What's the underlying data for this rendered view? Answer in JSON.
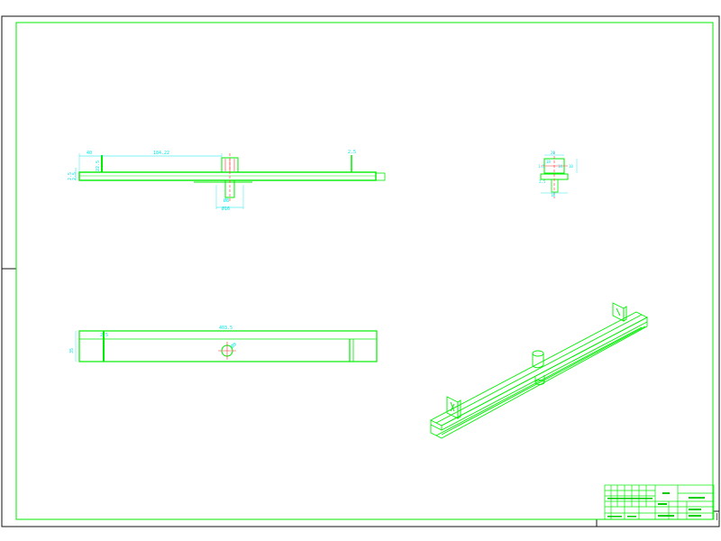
{
  "drawing": {
    "line_color": "#00ee00",
    "dim_color": "#00e6e6",
    "center_color": "#ff3333",
    "frame_color": "#111111",
    "orientation_mark": "|"
  },
  "front_view": {
    "dims": {
      "left_offset": "40",
      "span": "184.22",
      "right_tab": "2.5",
      "height_a": "2.5",
      "height_b": "22.5",
      "height_c": "2.5",
      "pin_dia_a": "Ø8",
      "pin_dia_b": "Ø16"
    }
  },
  "side_view": {
    "dims": [
      "20",
      "18",
      "1.5",
      "14",
      "10",
      "2.5",
      "18"
    ]
  },
  "top_view": {
    "dims": {
      "length": "403.5",
      "left_tab": "2.5",
      "width": "35",
      "hole": "Ø8"
    }
  },
  "title_block": {
    "label_a": "",
    "label_b": "",
    "label_c": ""
  }
}
